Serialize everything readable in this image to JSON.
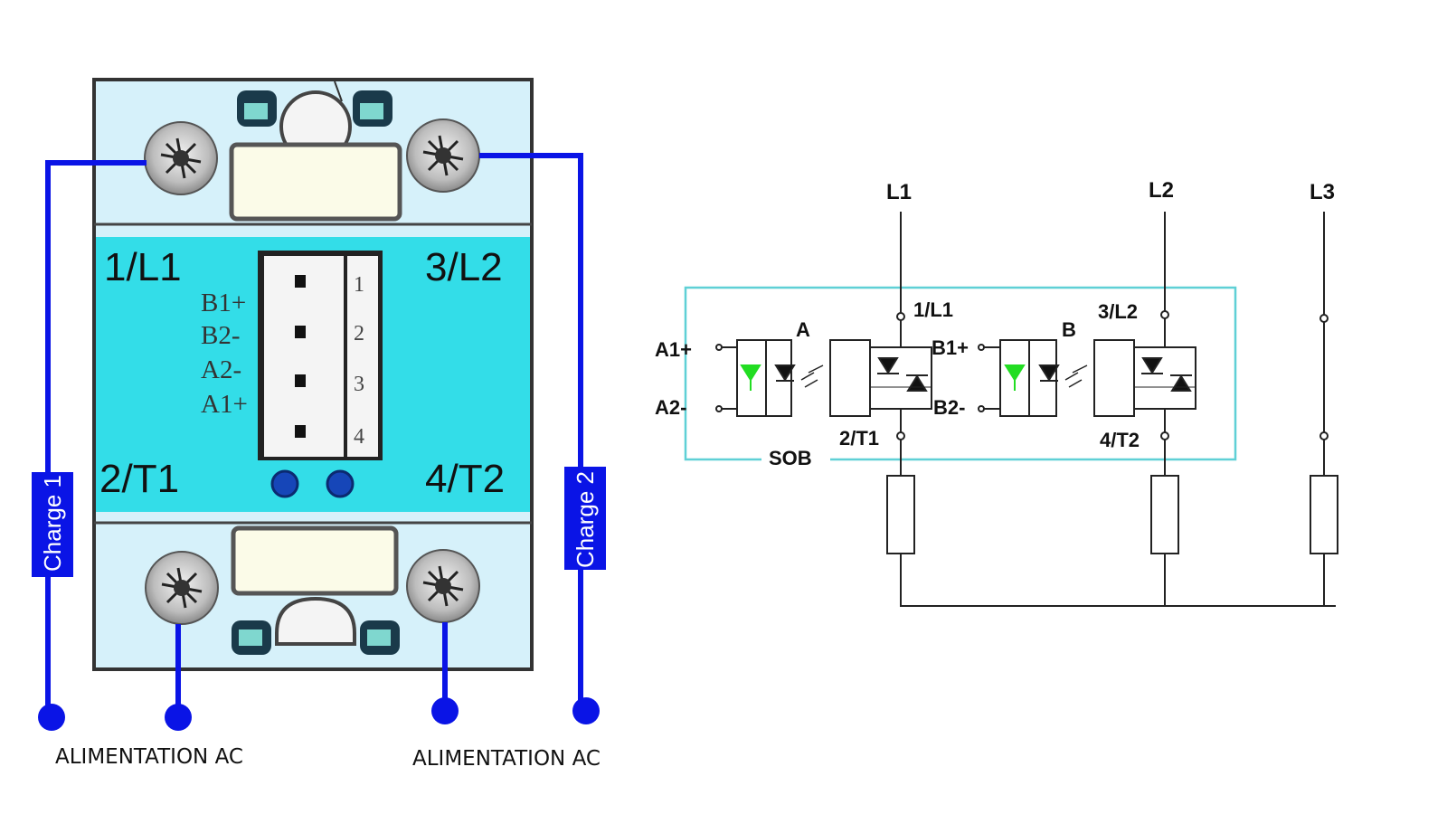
{
  "relay": {
    "terminals": {
      "top_left": "1/L1",
      "top_right": "3/L2",
      "bottom_left": "2/T1",
      "bottom_right": "4/T2"
    },
    "control_pins": [
      "B1+",
      "B2-",
      "A2-",
      "A1+"
    ],
    "pin_numbers": [
      "1",
      "2",
      "3",
      "4"
    ],
    "colors": {
      "body": "#d6f1fa",
      "band": "#33dde8",
      "wire": "#0a14e6"
    }
  },
  "wiring": {
    "charge_1": "Charge 1",
    "charge_2": "Charge 2",
    "supply_left": "ALIMENTATION AC",
    "supply_right": "ALIMENTATION AC"
  },
  "schematic": {
    "lines": [
      "L1",
      "L2",
      "L3"
    ],
    "channel_a": "A",
    "channel_b": "B",
    "inputs_a": [
      "A1+",
      "A2-"
    ],
    "inputs_b": [
      "B1+",
      "B2-"
    ],
    "terminals": [
      "1/L1",
      "2/T1",
      "3/L2",
      "4/T2"
    ],
    "module_label": "SOB",
    "colors": {
      "frame": "#5fd0d6",
      "led": "#22dd22"
    }
  }
}
